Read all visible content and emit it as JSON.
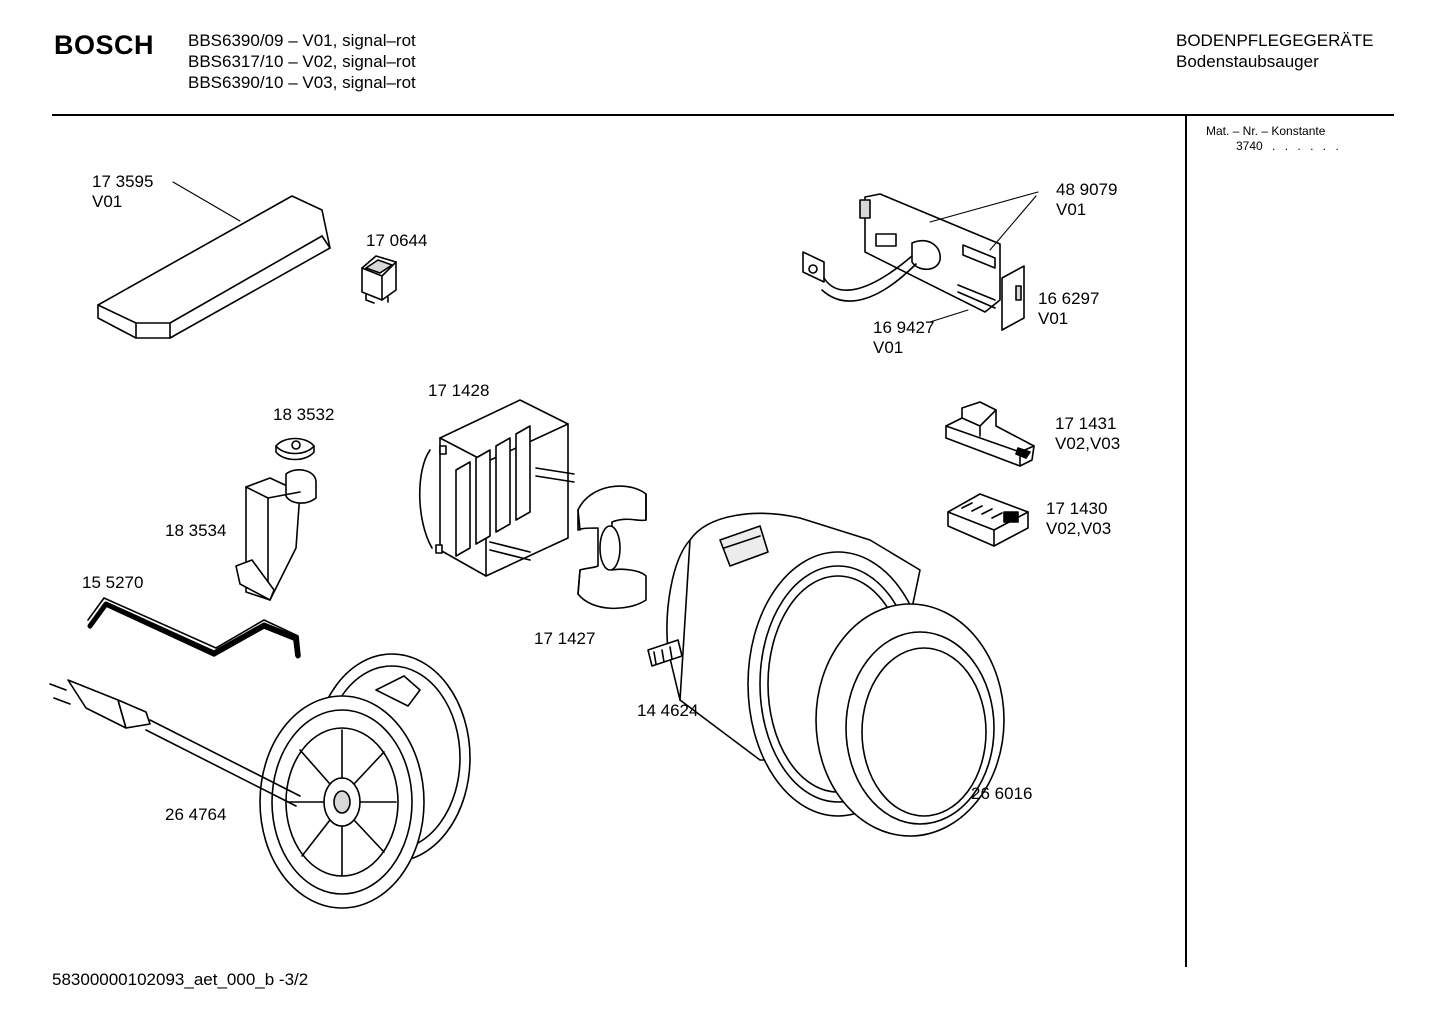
{
  "header": {
    "brand": "BOSCH",
    "models": [
      "BBS6390/09 – V01, signal–rot",
      "BBS6317/10 – V02, signal–rot",
      "BBS6390/10 – V03, signal–rot"
    ],
    "category": "BODENPFLEGEGERÄTE",
    "subcategory": "Bodenstaubsauger"
  },
  "sidebar": {
    "heading": "Mat. – Nr. – Konstante",
    "value": "3740",
    "dots": [
      ".",
      ".",
      ".",
      ".",
      ".",
      "."
    ]
  },
  "parts": [
    {
      "id": "173595",
      "number": "17 3595",
      "variant": "V01"
    },
    {
      "id": "170644",
      "number": "17 0644",
      "variant": ""
    },
    {
      "id": "489079",
      "number": "48 9079",
      "variant": "V01"
    },
    {
      "id": "166297",
      "number": "16 6297",
      "variant": "V01"
    },
    {
      "id": "169427",
      "number": "16 9427",
      "variant": "V01"
    },
    {
      "id": "171428",
      "number": "17 1428",
      "variant": ""
    },
    {
      "id": "183532",
      "number": "18 3532",
      "variant": ""
    },
    {
      "id": "183534",
      "number": "18 3534",
      "variant": ""
    },
    {
      "id": "171431",
      "number": "17 1431",
      "variant": "V02,V03"
    },
    {
      "id": "171430",
      "number": "17 1430",
      "variant": "V02,V03"
    },
    {
      "id": "155270",
      "number": "15 5270",
      "variant": ""
    },
    {
      "id": "171427",
      "number": "17 1427",
      "variant": ""
    },
    {
      "id": "144624",
      "number": "14 4624",
      "variant": ""
    },
    {
      "id": "264764",
      "number": "26 4764",
      "variant": ""
    },
    {
      "id": "266016",
      "number": "26 6016",
      "variant": ""
    }
  ],
  "footer": {
    "code": "58300000102093_aet_000_b",
    "page": "-3/2"
  }
}
